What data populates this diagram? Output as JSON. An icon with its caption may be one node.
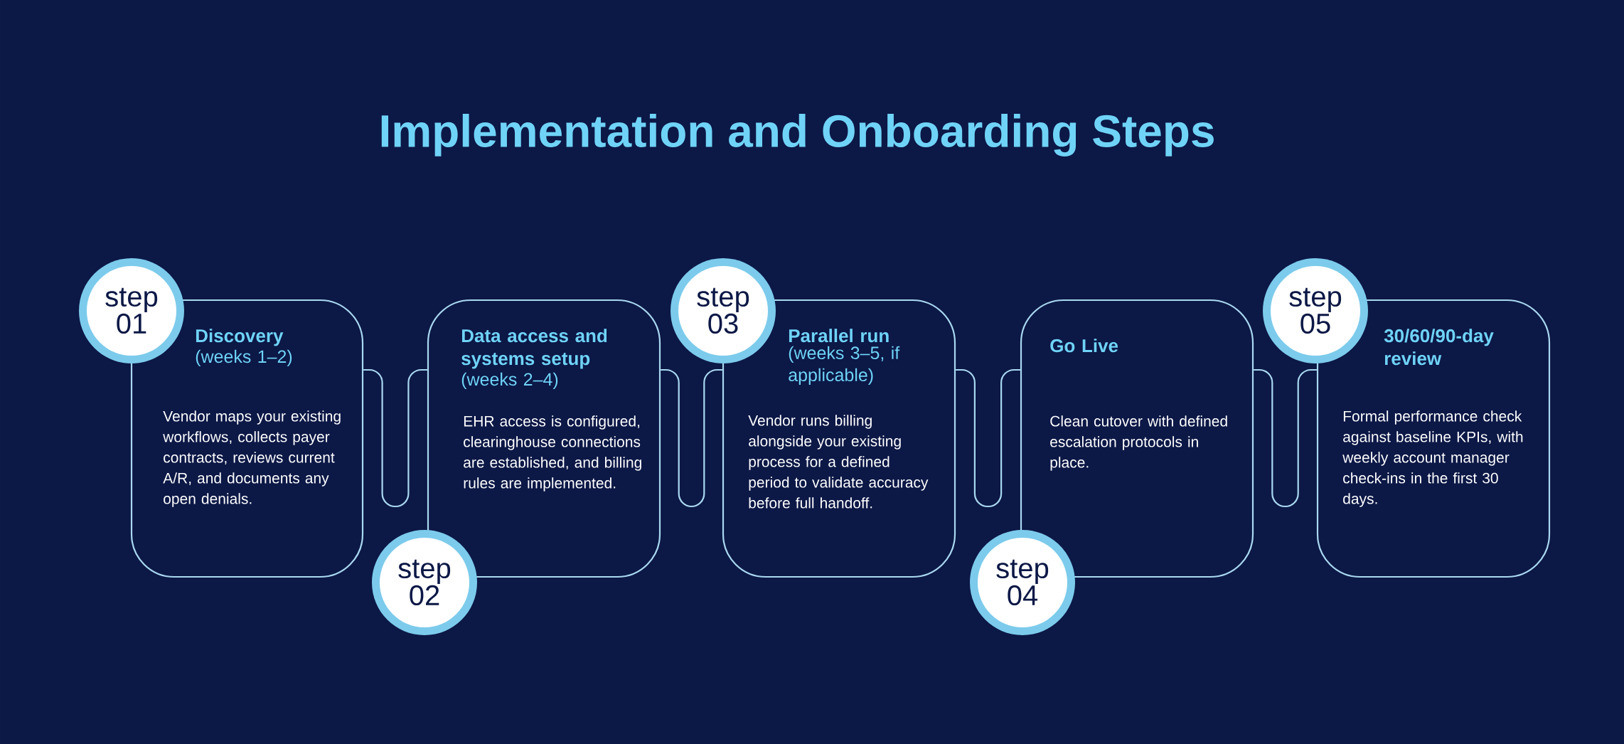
{
  "diagram": {
    "title": "Implementation and Onboarding Steps",
    "nodes": [
      {
        "text": [
          "Discovery",
          "(weeks 1–2)",
          "Vendor maps your existing workflows, collects payer contracts, reviews current A/R, and documents any open denials."
        ]
      },
      {
        "text": [
          "step 01"
        ]
      },
      {
        "text": [
          "Data access and systems setup",
          "(weeks 2–4)",
          "EHR access is configured, clearinghouse connections are established, and billing rules are implemented."
        ]
      },
      {
        "text": [
          "step 02"
        ]
      },
      {
        "text": [
          "Parallel run",
          "(weeks 3–5, if applicable)",
          "Vendor runs billing alongside your existing process for a defined period to validate accuracy before full handoff."
        ]
      },
      {
        "text": [
          "step 03"
        ]
      },
      {
        "text": [
          "Go Live",
          "Clean cutover with defined escalation protocols in place."
        ]
      },
      {
        "text": [
          "step 04"
        ]
      },
      {
        "text": [
          "30/60/90-day review",
          "Formal performance check against baseline KPIs, with weekly account manager check-ins in the first 30 days."
        ]
      },
      {
        "text": [
          "step 05"
        ]
      }
    ],
    "edges": [
      {
        "from": 0,
        "to": 2,
        "arrow": "none"
      },
      {
        "from": 2,
        "to": 4,
        "arrow": "none"
      },
      {
        "from": 4,
        "to": 6,
        "arrow": "none"
      },
      {
        "from": 6,
        "to": 8,
        "arrow": "none"
      }
    ]
  }
}
